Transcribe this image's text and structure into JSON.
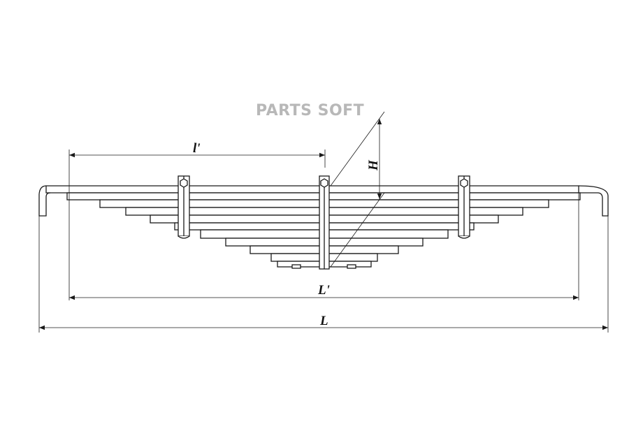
{
  "watermark": "PARTS SOFT",
  "dimensions": {
    "l_prime": "l'",
    "H": "H",
    "L_prime": "L'",
    "L": "L"
  },
  "colors": {
    "line": "#1a1a1a",
    "watermark": "#b8b8b8",
    "background": "#ffffff"
  }
}
